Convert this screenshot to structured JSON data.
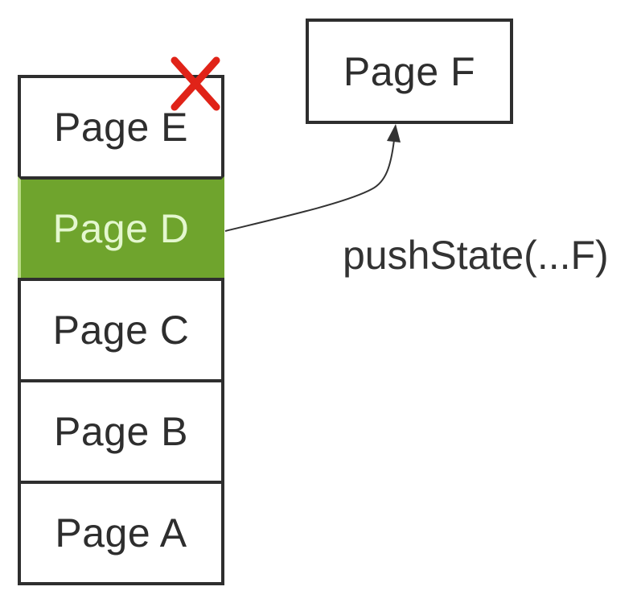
{
  "diagram": {
    "stack": {
      "items": [
        {
          "label": "Page E",
          "status": "removed"
        },
        {
          "label": "Page D",
          "status": "current"
        },
        {
          "label": "Page C",
          "status": "default"
        },
        {
          "label": "Page B",
          "status": "default"
        },
        {
          "label": "Page A",
          "status": "default"
        }
      ]
    },
    "new_page": {
      "label": "Page F"
    },
    "annotation": "pushState(...F)",
    "icons": {
      "remove_x": "red-x-delete-mark",
      "push_arrow": "curved-arrow-to-new-page"
    }
  },
  "colors": {
    "current_green": "#6FA42D",
    "current_text": "#E4F7CF",
    "removed_red": "#E02318",
    "border_dark": "#2E2E2E",
    "line_dark": "#333333",
    "background": "#FFFFFF"
  }
}
